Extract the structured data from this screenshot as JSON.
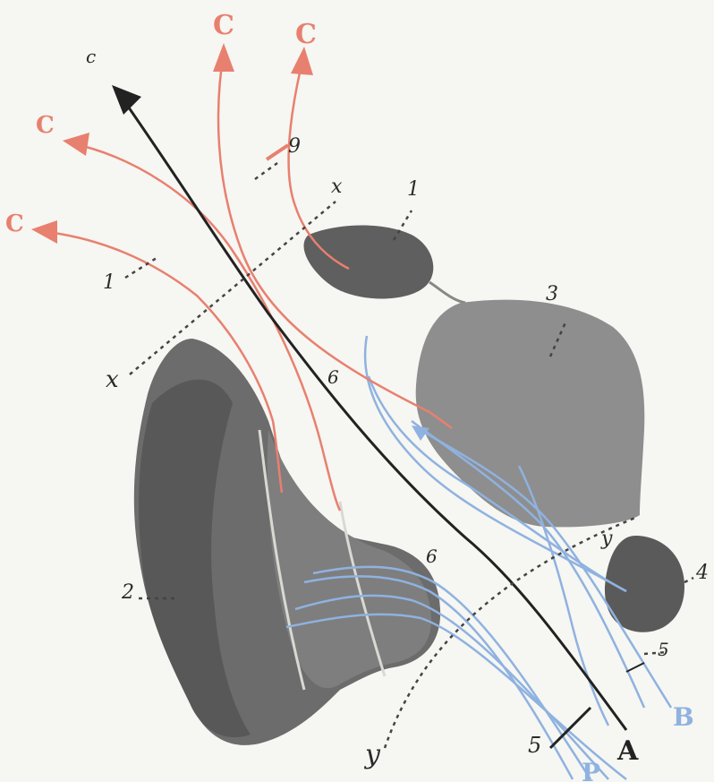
{
  "colors": {
    "background": "#f6f6f2",
    "mass": "#6e6e6e",
    "mass_dark": "#555555",
    "mass_light": "#9a9a9a",
    "red_path": "#e8806f",
    "blue_path": "#8fb2e0",
    "black_path": "#222222"
  },
  "labels": {
    "c_top_left": "c",
    "c_red_1": "C",
    "c_red_2": "C",
    "c_red_3": "C",
    "c_red_4": "C",
    "num_1": "1",
    "num_1_left": "1",
    "num_2": "2",
    "num_3": "3",
    "num_4": "4",
    "num_5": "5",
    "num_5_bottom": "5",
    "num_6_upper": "6",
    "num_6_lower": "6",
    "num_9": "9",
    "x_upper": "x",
    "x_left": "x",
    "y_right": "y",
    "y_bottom": "y",
    "A": "A",
    "B": "B",
    "P": "P"
  }
}
